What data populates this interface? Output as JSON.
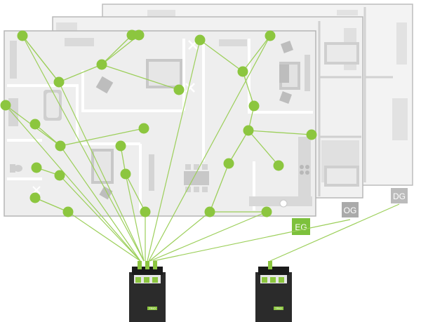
{
  "floors": {
    "eg_label": "EG",
    "og_label": "OG",
    "dg_label": "DG"
  },
  "devices": {
    "left_tag": "TRIO",
    "right_tag": "TRIO"
  },
  "colors": {
    "node_green": "#8cc63f",
    "link_green": "#9ccf5a",
    "floor_bg": "#eeeeee",
    "floor_border": "#b5b5b5",
    "eg_tag": "#7dc13c",
    "og_tag": "#aaaaaa",
    "dg_tag": "#bbbbbb",
    "device_body": "#2b2b2b"
  },
  "icons": [
    "bed-icon",
    "bathtub-icon",
    "toilet-icon",
    "sofa-icon",
    "dining-table-icon",
    "ceiling-fan-icon",
    "stove-icon"
  ]
}
